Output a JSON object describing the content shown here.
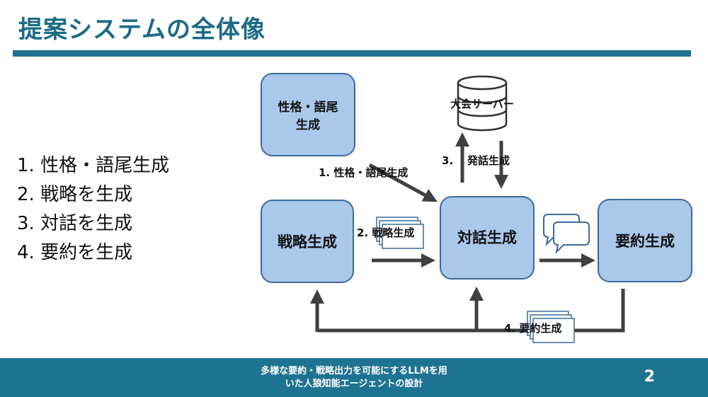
{
  "header": {
    "title": "提案システムの全体像"
  },
  "steps": [
    "1. 性格・語尾生成",
    "2. 戦略を生成",
    "3. 対話を生成",
    "4. 要約を生成"
  ],
  "diagram": {
    "boxes": {
      "persona_line1": "性格・語尾",
      "persona_line2": "生成",
      "strategy": "戦略生成",
      "dialogue": "対話生成",
      "summary": "要約生成"
    },
    "server": "大会サーバー",
    "labels": {
      "step1": "1. 性格・語尾生成",
      "step2": "2. 戦略生成",
      "step3_num": "3.",
      "step3_text": "発話生成",
      "step4": "4. 要約生成"
    },
    "colors": {
      "box_fill": "#a9c8ea",
      "box_stroke": "#3d6b9a",
      "arrow": "#404040"
    }
  },
  "footer": {
    "line1": "多様な要約・戦略出力を可能にするLLMを用",
    "line2": "いた人狼知能エージェントの設計",
    "page_number": "2"
  }
}
